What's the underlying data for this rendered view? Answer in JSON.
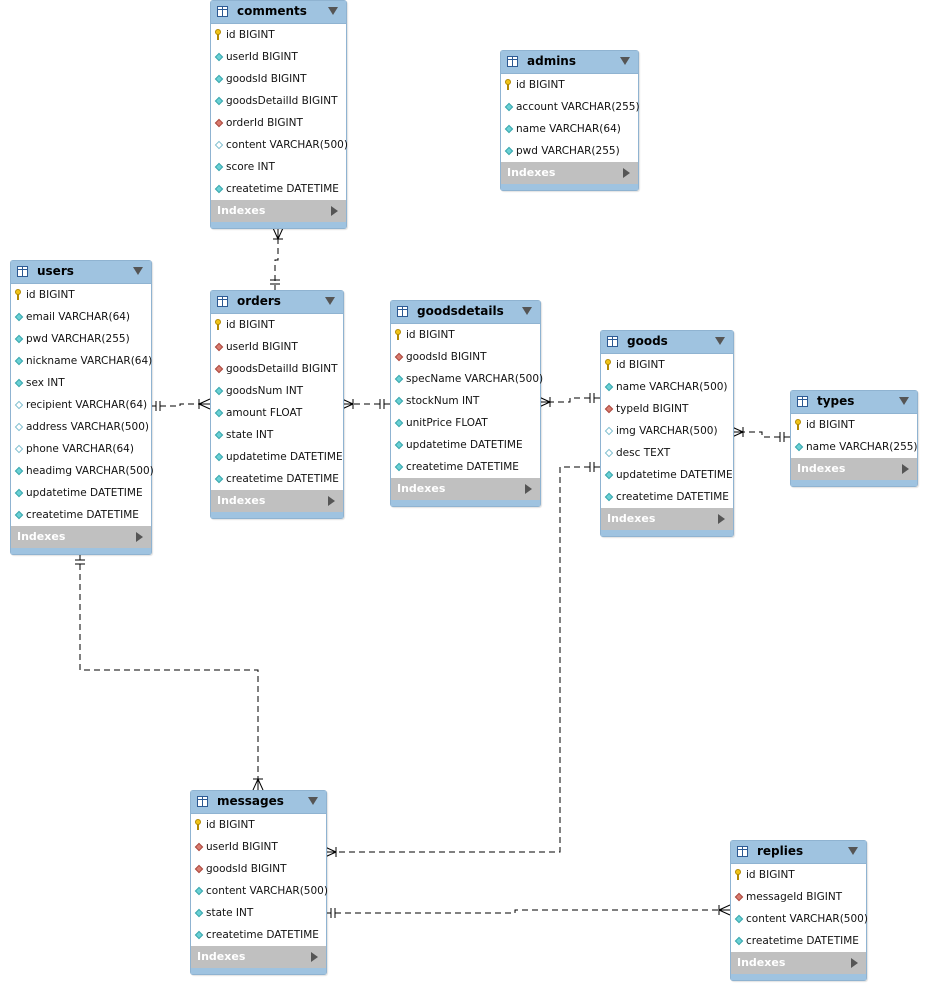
{
  "indexes_label": "Indexes",
  "colors": {
    "header": "#9fc3e0",
    "indexes_bar": "#c0c0c0",
    "pk_key": "#f0c419",
    "column_diamond": "#69d0d5",
    "fk_diamond": "#d97a6e"
  },
  "tables": [
    {
      "id": "comments",
      "title": "comments",
      "columns": [
        {
          "label": "id BIGINT",
          "icon": "pk"
        },
        {
          "label": "userId BIGINT",
          "icon": "fk"
        },
        {
          "label": "goodsId BIGINT",
          "icon": "fk"
        },
        {
          "label": "goodsDetailId BIGINT",
          "icon": "fk"
        },
        {
          "label": "orderId BIGINT",
          "icon": "red"
        },
        {
          "label": "content VARCHAR(500)",
          "icon": "plain"
        },
        {
          "label": "score INT",
          "icon": "nn"
        },
        {
          "label": "createtime DATETIME",
          "icon": "nn"
        }
      ]
    },
    {
      "id": "admins",
      "title": "admins",
      "columns": [
        {
          "label": "id BIGINT",
          "icon": "pk"
        },
        {
          "label": "account VARCHAR(255)",
          "icon": "nn"
        },
        {
          "label": "name VARCHAR(64)",
          "icon": "nn"
        },
        {
          "label": "pwd VARCHAR(255)",
          "icon": "nn"
        }
      ]
    },
    {
      "id": "users",
      "title": "users",
      "columns": [
        {
          "label": "id BIGINT",
          "icon": "pk"
        },
        {
          "label": "email VARCHAR(64)",
          "icon": "nn"
        },
        {
          "label": "pwd VARCHAR(255)",
          "icon": "nn"
        },
        {
          "label": "nickname VARCHAR(64)",
          "icon": "nn"
        },
        {
          "label": "sex INT",
          "icon": "nn"
        },
        {
          "label": "recipient VARCHAR(64)",
          "icon": "plain"
        },
        {
          "label": "address VARCHAR(500)",
          "icon": "plain"
        },
        {
          "label": "phone VARCHAR(64)",
          "icon": "plain"
        },
        {
          "label": "headimg VARCHAR(500)",
          "icon": "nn"
        },
        {
          "label": "updatetime DATETIME",
          "icon": "nn"
        },
        {
          "label": "createtime DATETIME",
          "icon": "nn"
        }
      ]
    },
    {
      "id": "orders",
      "title": "orders",
      "columns": [
        {
          "label": "id BIGINT",
          "icon": "pk"
        },
        {
          "label": "userId BIGINT",
          "icon": "red"
        },
        {
          "label": "goodsDetailId BIGINT",
          "icon": "red"
        },
        {
          "label": "goodsNum INT",
          "icon": "nn"
        },
        {
          "label": "amount FLOAT",
          "icon": "nn"
        },
        {
          "label": "state INT",
          "icon": "nn"
        },
        {
          "label": "updatetime DATETIME",
          "icon": "nn"
        },
        {
          "label": "createtime DATETIME",
          "icon": "nn"
        }
      ]
    },
    {
      "id": "goodsdetails",
      "title": "goodsdetails",
      "columns": [
        {
          "label": "id BIGINT",
          "icon": "pk"
        },
        {
          "label": "goodsId BIGINT",
          "icon": "red"
        },
        {
          "label": "specName VARCHAR(500)",
          "icon": "nn"
        },
        {
          "label": "stockNum INT",
          "icon": "nn"
        },
        {
          "label": "unitPrice FLOAT",
          "icon": "nn"
        },
        {
          "label": "updatetime DATETIME",
          "icon": "nn"
        },
        {
          "label": "createtime DATETIME",
          "icon": "nn"
        }
      ]
    },
    {
      "id": "goods",
      "title": "goods",
      "columns": [
        {
          "label": "id BIGINT",
          "icon": "pk"
        },
        {
          "label": "name VARCHAR(500)",
          "icon": "nn"
        },
        {
          "label": "typeId BIGINT",
          "icon": "red"
        },
        {
          "label": "img VARCHAR(500)",
          "icon": "plain"
        },
        {
          "label": "desc TEXT",
          "icon": "plain"
        },
        {
          "label": "updatetime DATETIME",
          "icon": "nn"
        },
        {
          "label": "createtime DATETIME",
          "icon": "nn"
        }
      ]
    },
    {
      "id": "types",
      "title": "types",
      "columns": [
        {
          "label": "id BIGINT",
          "icon": "pk"
        },
        {
          "label": "name VARCHAR(255)",
          "icon": "nn"
        }
      ]
    },
    {
      "id": "messages",
      "title": "messages",
      "columns": [
        {
          "label": "id BIGINT",
          "icon": "pk"
        },
        {
          "label": "userId BIGINT",
          "icon": "red"
        },
        {
          "label": "goodsId BIGINT",
          "icon": "red"
        },
        {
          "label": "content VARCHAR(500)",
          "icon": "nn"
        },
        {
          "label": "state INT",
          "icon": "nn"
        },
        {
          "label": "createtime DATETIME",
          "icon": "nn"
        }
      ]
    },
    {
      "id": "replies",
      "title": "replies",
      "columns": [
        {
          "label": "id BIGINT",
          "icon": "pk"
        },
        {
          "label": "messageId BIGINT",
          "icon": "red"
        },
        {
          "label": "content VARCHAR(500)",
          "icon": "nn"
        },
        {
          "label": "createtime DATETIME",
          "icon": "nn"
        }
      ]
    }
  ],
  "relationships": [
    {
      "id": "orders-comments",
      "one": "orders",
      "many": "comments"
    },
    {
      "id": "users-orders",
      "one": "users",
      "many": "orders"
    },
    {
      "id": "goodsdetails-orders",
      "one": "goodsdetails",
      "many": "orders"
    },
    {
      "id": "goods-goodsdetails",
      "one": "goods",
      "many": "goodsdetails"
    },
    {
      "id": "types-goods",
      "one": "types",
      "many": "goods"
    },
    {
      "id": "users-messages",
      "one": "users",
      "many": "messages"
    },
    {
      "id": "goods-messages",
      "one": "goods",
      "many": "messages"
    },
    {
      "id": "messages-replies",
      "one": "messages",
      "many": "replies"
    }
  ]
}
